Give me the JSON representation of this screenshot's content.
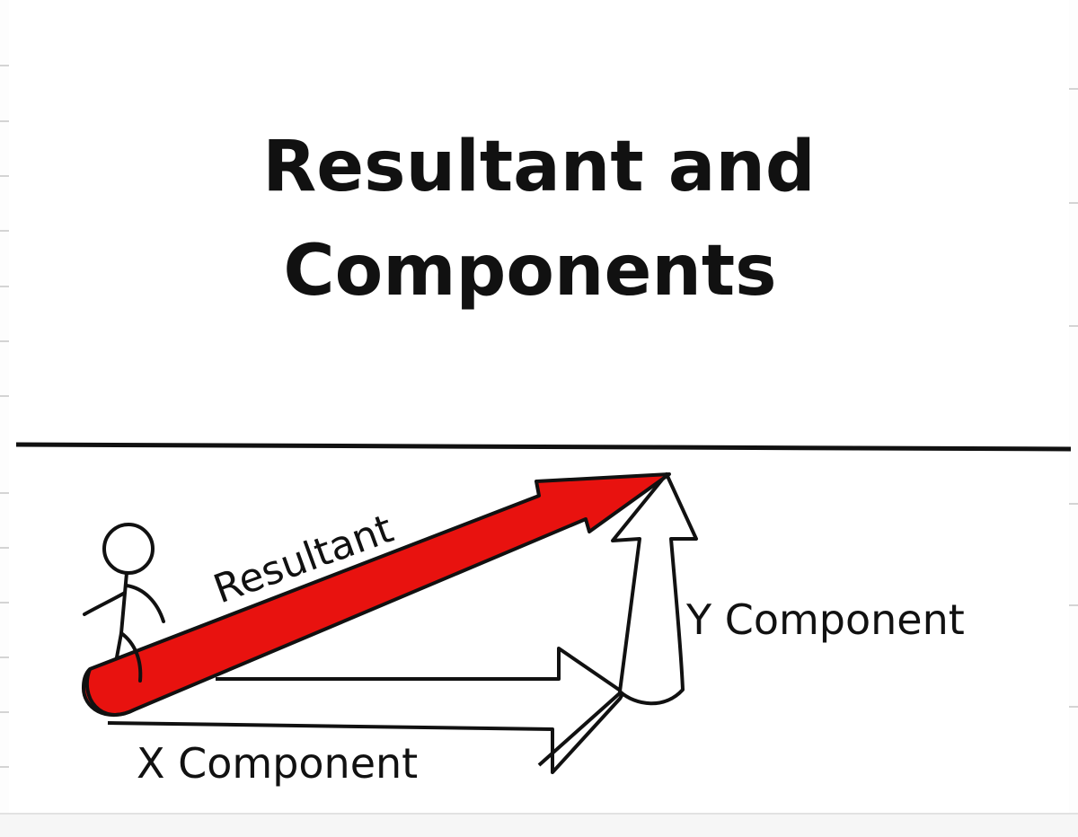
{
  "title": {
    "line1": "Resultant and",
    "line2": "Components"
  },
  "diagram": {
    "resultant_label": "Resultant",
    "x_component_label": "X Component",
    "y_component_label": "Y Component",
    "colors": {
      "resultant": "#e8120f",
      "outline": "#111111",
      "background": "#ffffff"
    }
  }
}
